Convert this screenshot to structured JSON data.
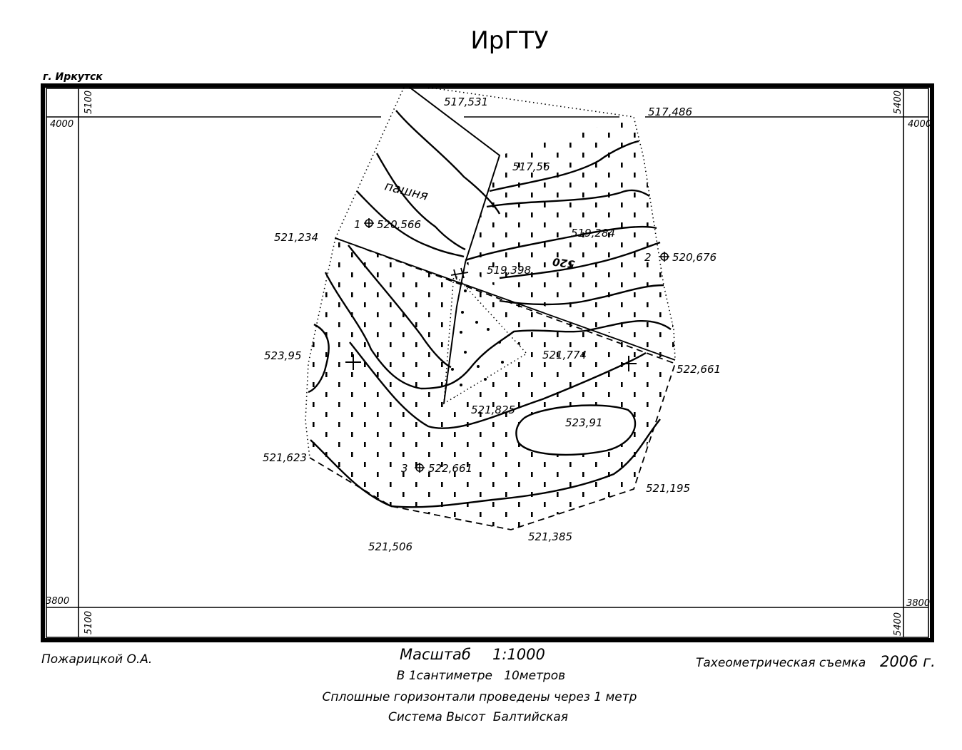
{
  "title": "ИрГТУ",
  "city": "г. Иркутск",
  "grid": {
    "northing_top": "4000",
    "northing_bottom": "3800",
    "easting_left": "5100",
    "easting_right": "5400"
  },
  "elevations": [
    "517,531",
    "517,486",
    "517,56",
    "520,566",
    "521,234",
    "519,284",
    "520,676",
    "519,398",
    "523,95",
    "521,774",
    "522,661",
    "521,825",
    "523,91",
    "521,623",
    "522,661",
    "521,195",
    "521,385",
    "521,506"
  ],
  "labels": {
    "field": "пашня",
    "contour": "520"
  },
  "stations": [
    "1",
    "2",
    "3"
  ],
  "footer": {
    "author": "Пожарицкой О.А.",
    "scale_label": "Масштаб",
    "scale_value": "1:1000",
    "scale_desc": "В 1сантиметре   10метров",
    "contours_desc": "Сплошные горизонтали проведены через 1 метр",
    "height_system": "Система Высот  Балтийская",
    "survey_label": "Тахеометрическая съемка",
    "survey_year": "2006 г."
  }
}
